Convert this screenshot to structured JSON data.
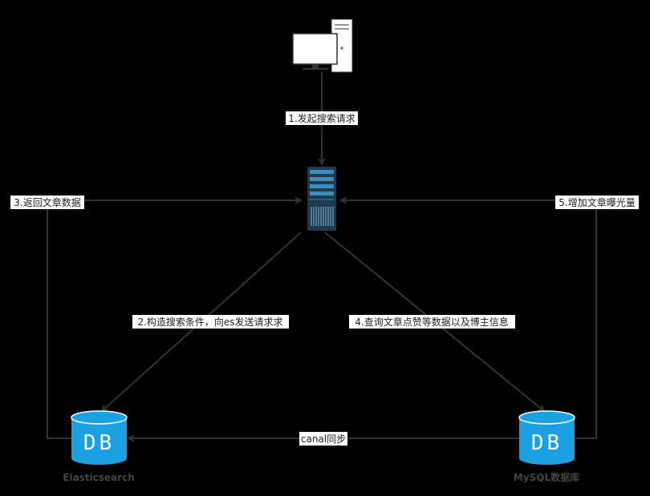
{
  "nodes": {
    "client": {
      "icon": "desktop-computer-icon"
    },
    "server": {
      "icon": "server-rack-icon"
    },
    "elasticsearch": {
      "icon": "database-icon",
      "db_text": "DB",
      "caption": "Elasticsearch"
    },
    "mysql": {
      "icon": "database-icon",
      "db_text": "DB",
      "caption": "MySQL数据库"
    }
  },
  "edges": {
    "step1": "1.发起搜索请求",
    "step2": "2.构造搜索条件，向es发送请求求",
    "step3": "3.返回文章数据",
    "step4": "4.查询文章点赞等数据以及博主信息",
    "step5": "5.增加文章曝光量",
    "sync": "canal同步"
  },
  "colors": {
    "background": "#000000",
    "line": "#333333",
    "db_fill": "#1ba1e2",
    "label_bg": "#ffffff",
    "server_body": "#1f3a4d",
    "server_panel": "#3c8dbc"
  }
}
